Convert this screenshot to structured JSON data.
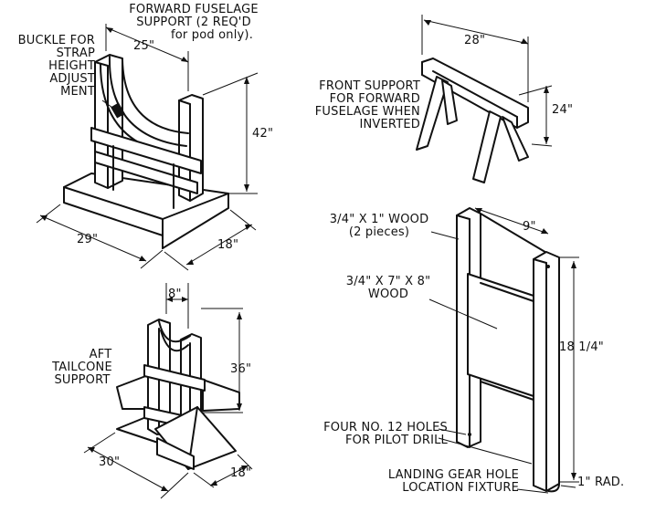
{
  "forward_fuselage_support": {
    "title_line1": "FORWARD FUSELAGE",
    "title_line2": "SUPPORT (2 req'd",
    "title_line3": "for pod only).",
    "buckle_line1": "BUCKLE FOR",
    "buckle_line2": "STRAP",
    "buckle_line3": "HEIGHT",
    "buckle_line4": "ADJUST",
    "buckle_line5": "MENT",
    "dim_width": "25\"",
    "dim_height": "42\"",
    "dim_length": "29\"",
    "dim_depth": "18\""
  },
  "front_support_inverted": {
    "line1": "FRONT SUPPORT",
    "line2": "FOR FORWARD",
    "line3": "FUSELAGE WHEN",
    "line4": "INVERTED",
    "dim_width": "28\"",
    "dim_height": "24\""
  },
  "aft_tailcone_support": {
    "line1": "AFT",
    "line2": "TAILCONE",
    "line3": "SUPPORT",
    "dim_width": "8\"",
    "dim_height": "36\"",
    "dim_length": "30\"",
    "dim_depth": "18\""
  },
  "landing_gear_fixture": {
    "wood_strips_line1": "3/4\" x 1\" WOOD",
    "wood_strips_line2": "(2 pieces)",
    "wood_panel_line1": "3/4\" x 7\" x 8\"",
    "wood_panel_line2": "WOOD",
    "holes_line1": "FOUR NO. 12 HOLES",
    "holes_line2": "FOR PILOT DRILL",
    "title_line1": "LANDING GEAR HOLE",
    "title_line2": "LOCATION FIXTURE",
    "dim_width": "9\"",
    "dim_height": "18 1/4\"",
    "dim_radius": "1\" RAD."
  }
}
